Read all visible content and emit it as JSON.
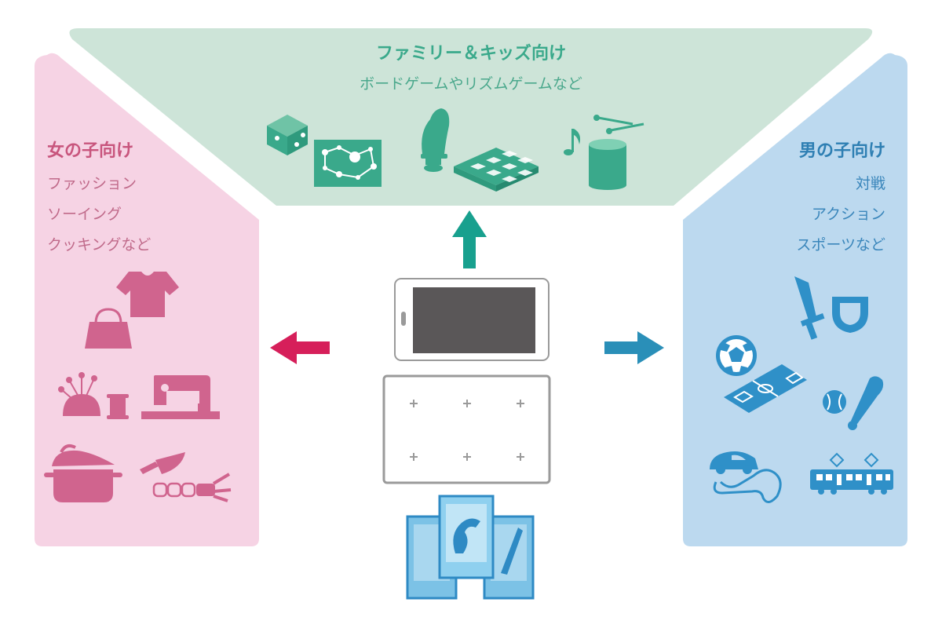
{
  "family": {
    "title": "ファミリー＆キッズ向け",
    "subtitle": "ボードゲームやリズムゲームなど"
  },
  "girls": {
    "title": "女の子向け",
    "items": [
      "ファッション",
      "ソーイング",
      "クッキングなど"
    ]
  },
  "boys": {
    "title": "男の子向け",
    "items": [
      "対戦",
      "アクション",
      "スポーツなど"
    ]
  },
  "colors": {
    "pink_panel": "#f6d3e4",
    "green_panel": "#cde4d8",
    "blue_panel": "#bcd9ef",
    "pink_icon": "#d0648e",
    "green_icon": "#3aa98b",
    "blue_icon": "#2f90c8",
    "arrow_pink": "#d61f5a",
    "arrow_teal": "#18a08e",
    "arrow_blue": "#2a8fb8"
  }
}
